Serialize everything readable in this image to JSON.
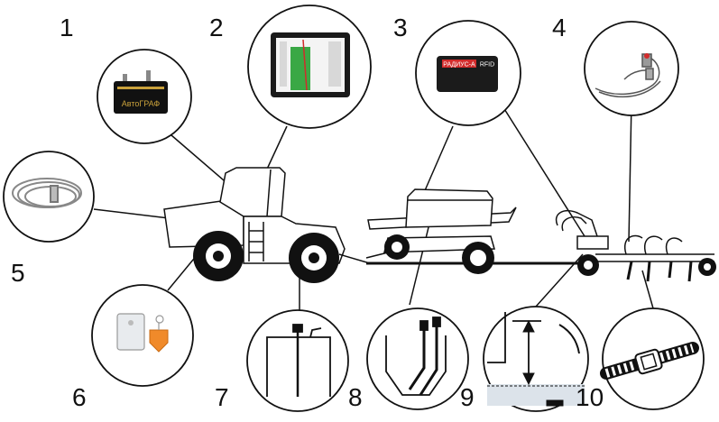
{
  "callouts": [
    {
      "number": "1",
      "icon": "gps-tracker-icon"
    },
    {
      "number": "2",
      "icon": "onboard-display-icon"
    },
    {
      "number": "3",
      "icon": "control-module-icon"
    },
    {
      "number": "4",
      "icon": "sensor-cable-icon"
    },
    {
      "number": "5",
      "icon": "antenna-cable-icon"
    },
    {
      "number": "6",
      "icon": "rfid-reader-icon"
    },
    {
      "number": "7",
      "icon": "fuel-tank-sensor-icon"
    },
    {
      "number": "8",
      "icon": "hopper-sensor-icon"
    },
    {
      "number": "9",
      "icon": "depth-sensor-icon"
    },
    {
      "number": "10",
      "icon": "shaft-rotation-sensor-icon"
    }
  ],
  "devices": {
    "tracker_brand": "АвтоГРАФ",
    "module_brand": "РАДИУС-А",
    "module_model": "RFID"
  },
  "colors": {
    "line": "#111111",
    "screen_field": "#3aa845",
    "keyfob": "#f08a2a",
    "module_body": "#1b1b1b",
    "module_label": "#d22b2b",
    "tracker_gold": "#c9a13b",
    "hopper_fill": "#dce3ea"
  }
}
